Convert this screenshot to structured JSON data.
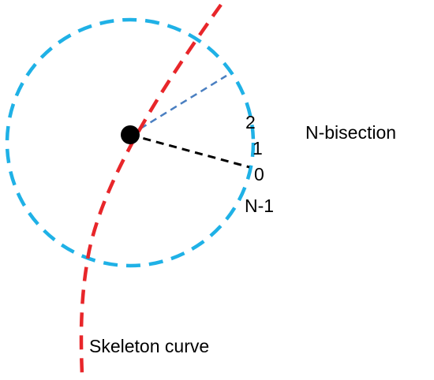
{
  "diagram": {
    "labels": {
      "index_2": "2",
      "index_1": "1",
      "index_0": "0",
      "index_n_minus_1": "N-1",
      "n_bisection": "N-bisection",
      "skeleton_curve": "Skeleton curve"
    },
    "colors": {
      "skeleton_curve": "#e8262a",
      "circle": "#1fb1e6",
      "ray_to_point_0": "#000000",
      "ray_to_point_2": "#4a7fc1",
      "center_point": "#000000"
    }
  }
}
